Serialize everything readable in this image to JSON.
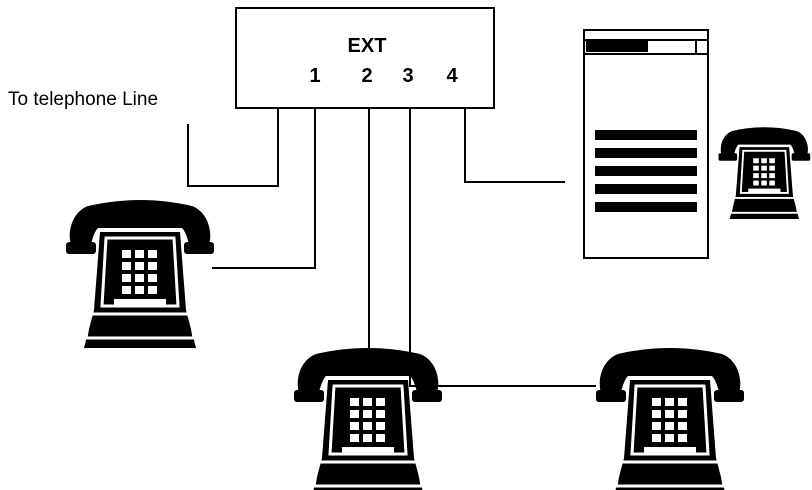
{
  "box": {
    "title": "EXT",
    "ports": [
      "1",
      "2",
      "3",
      "4"
    ]
  },
  "line_label": "To telephone Line",
  "colors": {
    "line": "#000000",
    "phone": "#000000",
    "background": "#ffffff"
  },
  "icons": [
    "telephone-icon",
    "fax-machine-icon"
  ]
}
